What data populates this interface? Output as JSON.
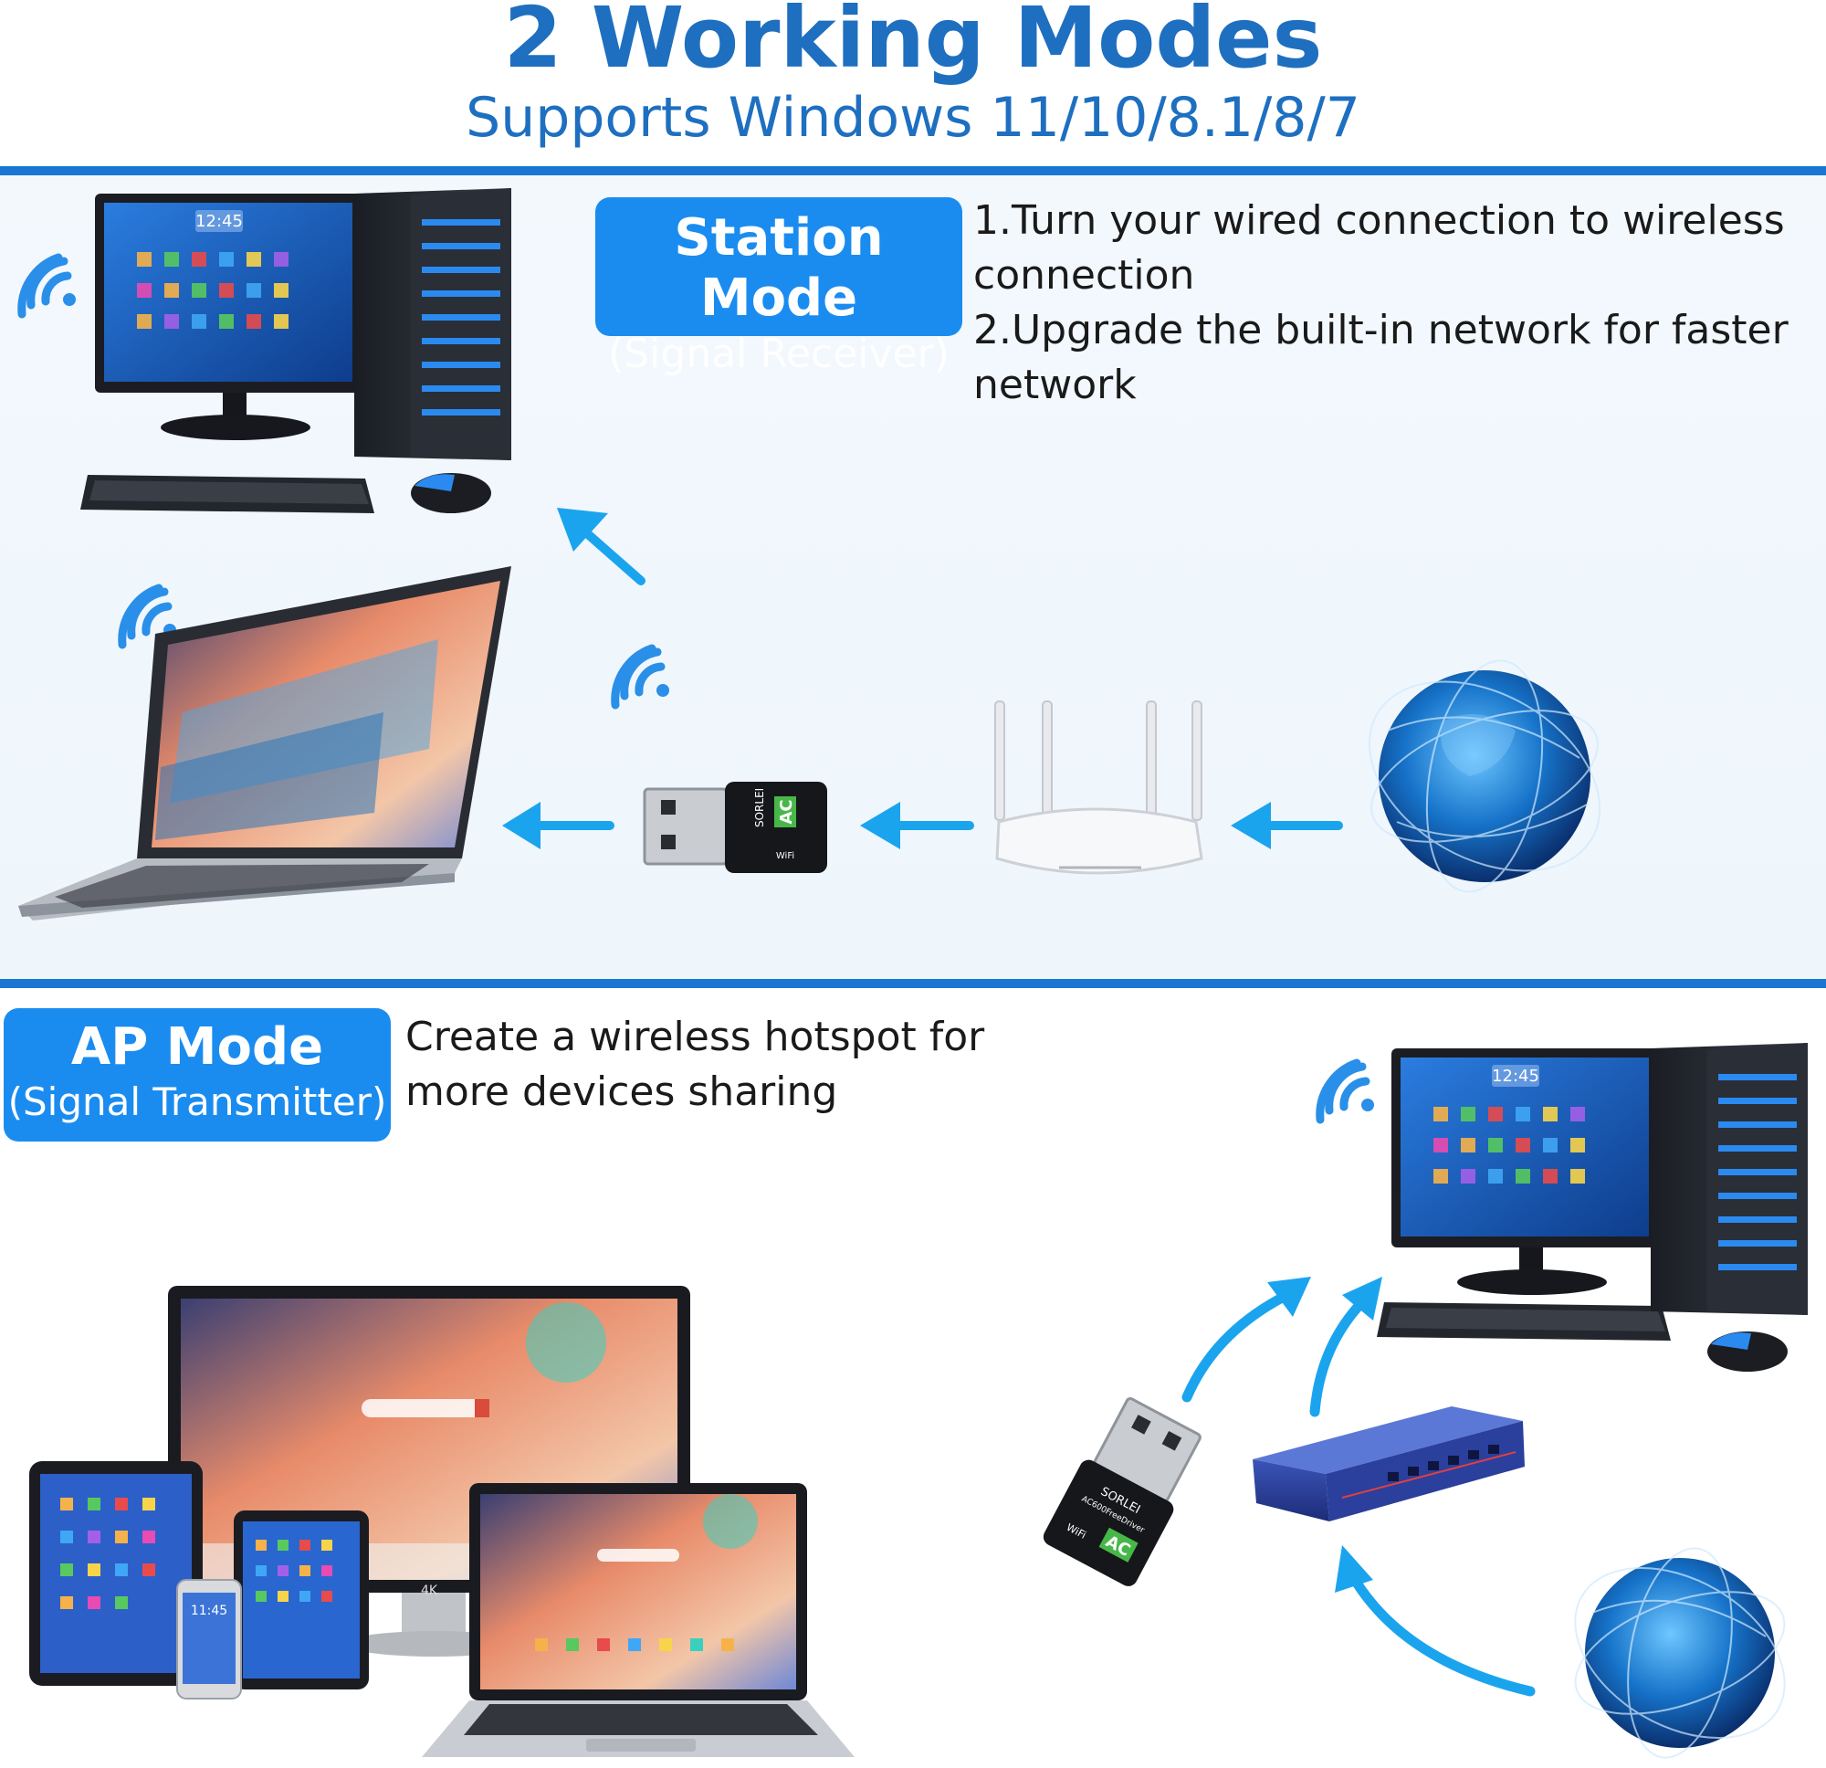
{
  "header": {
    "title": "2 Working Modes",
    "subtitle": "Supports Windows 11/10/8.1/8/7"
  },
  "station": {
    "badge_title": "Station Mode",
    "badge_subtitle": "(Signal Receiver)",
    "line1": "1.Turn your wired connection to wireless",
    "line2": "connection",
    "line3": "2.Upgrade the built-in network for faster",
    "line4": "network"
  },
  "ap": {
    "badge_title": "AP Mode",
    "badge_subtitle": "(Signal Transmitter)",
    "line1": "Create a wireless hotspot for",
    "line2": "more devices sharing"
  },
  "devices": {
    "monitor_clock": "12:45",
    "phone_clock": "11:45",
    "adapter_brand": "SORLEI",
    "adapter_model": "AC600FreeDriver",
    "adapter_ac": "AC",
    "adapter_wifi": "WiFi",
    "display_badge": "4K"
  },
  "colors": {
    "brand_blue": "#1e6fc0",
    "badge_blue": "#1a8cf0",
    "arrow_blue": "#1ba4ee"
  },
  "icons": [
    "wifi-icon",
    "arrow-left-icon",
    "arrow-up-left-icon",
    "globe-icon",
    "router-icon",
    "usb-adapter-icon",
    "desktop-pc-icon",
    "laptop-icon",
    "network-switch-icon",
    "tablet-icon",
    "phone-icon"
  ]
}
